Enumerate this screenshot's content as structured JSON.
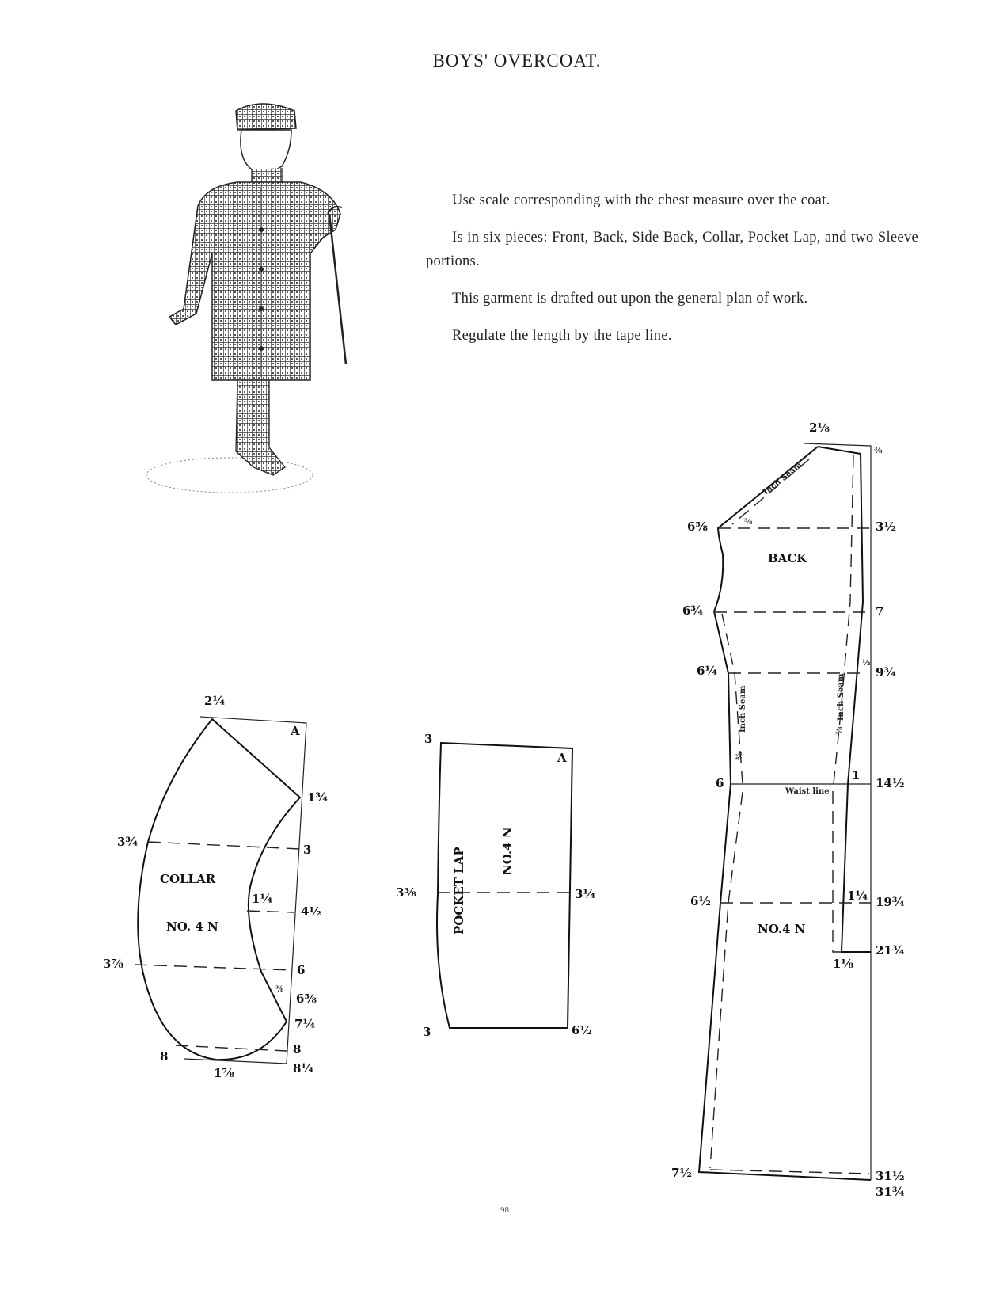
{
  "title": "BOYS' OVERCOAT.",
  "intro": [
    "Use scale corresponding with the chest measure over the coat.",
    "Is in six pieces: Front, Back, Side Back, Collar, Pocket Lap, and two Sleeve portions.",
    "This garment is drafted out upon the general plan of work.",
    "Regulate the length by the tape line."
  ],
  "collar": {
    "name": "COLLAR",
    "number": "NO. 4 N",
    "labels": {
      "top": "2¼",
      "a": "A",
      "r1": "1¾",
      "r2": "3",
      "r3": "4½",
      "r4": "6",
      "r5": "6⅝",
      "r6": "7¼",
      "r7": "8",
      "r8": "8¼",
      "l1": "3¾",
      "l2": "3⅞",
      "b1": "8",
      "b2": "1⅞",
      "i1": "1¼",
      "i2": "⅜"
    }
  },
  "pocket_lap": {
    "name": "POCKET LAP",
    "number": "NO.4 N",
    "labels": {
      "tl": "3",
      "a": "A",
      "ml": "3⅜",
      "mr": "3¼",
      "bl": "3",
      "br": "6½"
    }
  },
  "back": {
    "name": "BACK",
    "number": "NO.4 N",
    "waist": "Waist line",
    "seam": "Inch Seam",
    "labels": {
      "top": "2⅛",
      "tr": "⅜",
      "s1": "6⅝",
      "s2": "6¾",
      "s3": "6¼",
      "s4": "6",
      "s5": "6½",
      "s6": "7½",
      "r1": "3½",
      "r2": "7",
      "r3": "9¾",
      "r4": "14½",
      "r5": "19¾",
      "r6": "21¾",
      "r7": "31½",
      "r8": "31¾",
      "half": "½",
      "one": "1",
      "q": "1¼",
      "e": "1⅛",
      "sh": "⅜",
      "sl": "⅜",
      "sr": "⅜"
    }
  },
  "page_number": "98"
}
